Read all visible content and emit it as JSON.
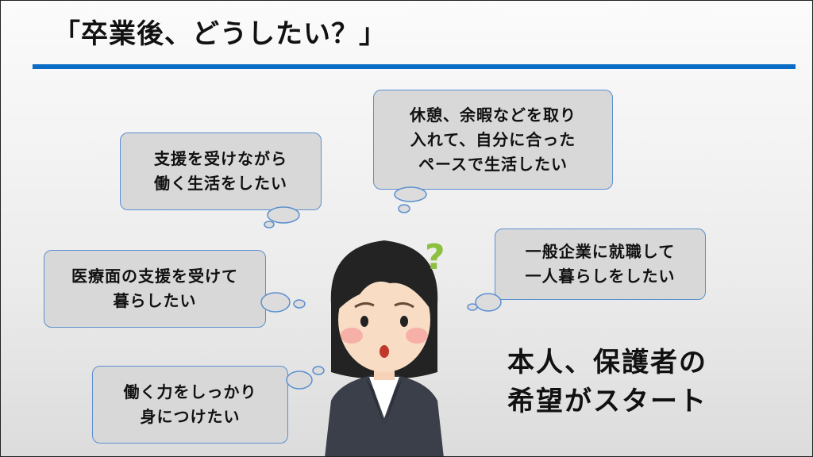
{
  "slide": {
    "title": "「卒業後、どうしたい？」",
    "accent_color": "#0a6cc4",
    "bubbles": [
      {
        "id": "support-work",
        "text": "支援を受けながら\n働く生活をしたい"
      },
      {
        "id": "leisure",
        "text": "休憩、余暇などを取り\n入れて、自分に合った\nペースで生活したい"
      },
      {
        "id": "medical",
        "text": "医療面の支援を受けて\n暮らしたい"
      },
      {
        "id": "employment",
        "text": "一般企業に就職して\n一人暮らしをしたい"
      },
      {
        "id": "work-skills",
        "text": "働く力をしっかり\n身につけたい"
      }
    ],
    "message": "本人、保護者の\n希望がスタート",
    "question_mark": "?",
    "illustration_icon": "thinking-woman-icon"
  }
}
